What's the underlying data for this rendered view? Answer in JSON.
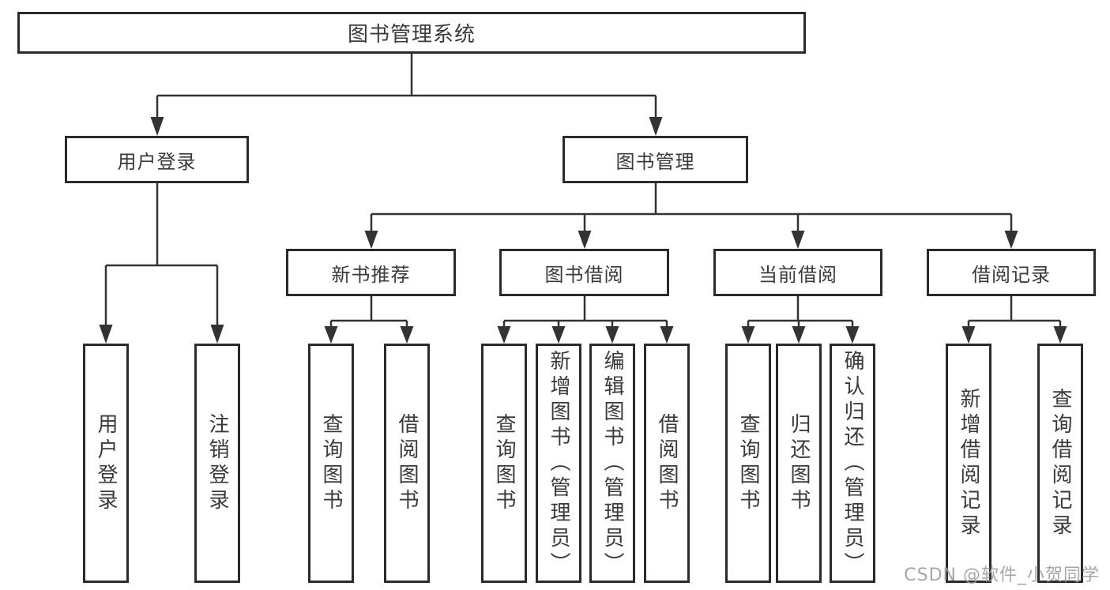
{
  "diagram": {
    "type": "tree",
    "colors": {
      "line": "#333333",
      "box_border": "#2b2b2b",
      "box_fill": "#ffffff",
      "text": "#3a3a3a",
      "watermark": "#9d9d9d"
    },
    "hierarchy": {
      "label": "图书管理系统",
      "children": [
        {
          "label": "用户登录",
          "children": [
            {
              "label": "用户登录"
            },
            {
              "label": "注销登录"
            }
          ]
        },
        {
          "label": "图书管理",
          "children": [
            {
              "label": "新书推荐",
              "children": [
                {
                  "label": "查询图书"
                },
                {
                  "label": "借阅图书"
                }
              ]
            },
            {
              "label": "图书借阅",
              "children": [
                {
                  "label": "查询图书"
                },
                {
                  "label": "新增图书（管理员）"
                },
                {
                  "label": "编辑图书（管理员）"
                },
                {
                  "label": "借阅图书"
                }
              ]
            },
            {
              "label": "当前借阅",
              "children": [
                {
                  "label": "查询图书"
                },
                {
                  "label": "归还图书"
                },
                {
                  "label": "确认归还（管理员）"
                }
              ]
            },
            {
              "label": "借阅记录",
              "children": [
                {
                  "label": "新增借阅记录"
                },
                {
                  "label": "查询借阅记录"
                }
              ]
            }
          ]
        }
      ]
    }
  },
  "watermark": {
    "text": "CSDN @软件_小贺同学"
  }
}
